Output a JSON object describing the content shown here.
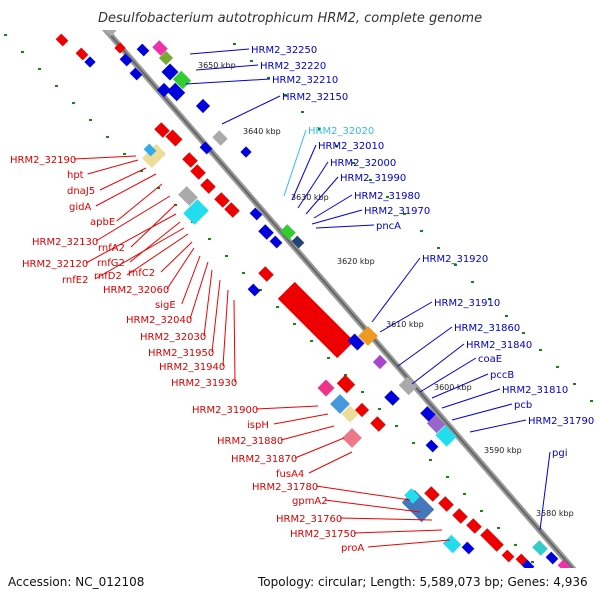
{
  "header": {
    "title": "Desulfobacterium autotrophicum HRM2, complete genome"
  },
  "footer": {
    "accession": "Accession: NC_012108",
    "topology": "Topology: circular; Length: 5,589,073 bp; Genes: 4,936"
  },
  "kbp_labels": [
    "3650 kbp",
    "3640 kbp",
    "3630 kbp",
    "3620 kbp",
    "3610 kbp",
    "3600 kbp",
    "3590 kbp",
    "3580 kbp"
  ],
  "genes_left": [
    "HRM2_32190",
    "hpt",
    "dnaJ5",
    "gidA",
    "apbE",
    "HRM2_32130",
    "rnfA2",
    "HRM2_32120",
    "rnfG2",
    "rnfE2",
    "rnfD2",
    "rnfC2",
    "HRM2_32060",
    "sigE",
    "HRM2_32040",
    "HRM2_32030",
    "HRM2_31950",
    "HRM2_31940",
    "HRM2_31930",
    "HRM2_31900",
    "ispH",
    "HRM2_31880",
    "HRM2_31870",
    "fusA4",
    "HRM2_31780",
    "gpmA2",
    "HRM2_31760",
    "HRM2_31750",
    "proA"
  ],
  "genes_right": [
    "HRM2_32250",
    "HRM2_32220",
    "HRM2_32210",
    "HRM2_32150",
    "HRM2_32020",
    "HRM2_32010",
    "HRM2_32000",
    "HRM2_31990",
    "HRM2_31980",
    "HRM2_31970",
    "pncA",
    "HRM2_31920",
    "HRM2_31910",
    "HRM2_31860",
    "HRM2_31840",
    "coaE",
    "pccB",
    "HRM2_31810",
    "pcb",
    "HRM2_31790",
    "pgi"
  ],
  "highlighted_gene": "HRM2_32020",
  "colors": {
    "forward_strand": "#ee0000",
    "reverse_strand": "#0000dd",
    "backbone": "#888888",
    "tick_dots": "#118811",
    "left_labels": "#dd0000",
    "right_labels": "#0000cc",
    "highlight": "#33bbee"
  }
}
